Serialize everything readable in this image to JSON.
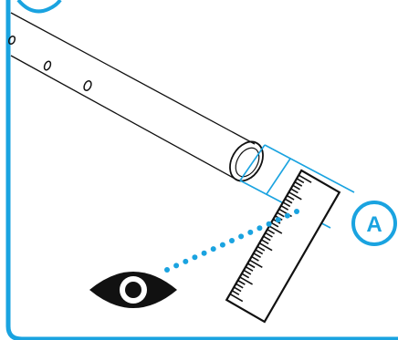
{
  "diagram": {
    "callout_label": "A",
    "colors": {
      "accent": "#1aa3e0",
      "ink": "#111111",
      "background": "#ffffff"
    },
    "elements": [
      "panel-frame",
      "top-callout-circle",
      "tube",
      "tube-holes",
      "measurement-bracket",
      "ruler",
      "sight-line",
      "eye-icon",
      "callout-a-circle"
    ]
  }
}
